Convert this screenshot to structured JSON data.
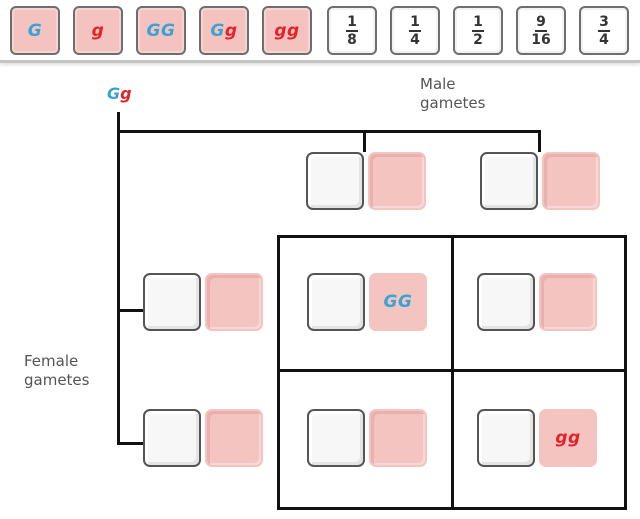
{
  "toolbar": {
    "allele_tiles": [
      {
        "parts": [
          {
            "text": "G",
            "color": "blue"
          }
        ]
      },
      {
        "parts": [
          {
            "text": "g",
            "color": "red"
          }
        ]
      },
      {
        "parts": [
          {
            "text": "GG",
            "color": "blue"
          }
        ]
      },
      {
        "parts": [
          {
            "text": "G",
            "color": "blue"
          },
          {
            "text": "g",
            "color": "red"
          }
        ]
      },
      {
        "parts": [
          {
            "text": "gg",
            "color": "red"
          }
        ]
      }
    ],
    "fraction_tiles": [
      {
        "num": "1",
        "den": "8"
      },
      {
        "num": "1",
        "den": "4"
      },
      {
        "num": "1",
        "den": "2"
      },
      {
        "num": "9",
        "den": "16"
      },
      {
        "num": "3",
        "den": "4"
      }
    ]
  },
  "parent": {
    "G": "G",
    "g": "g"
  },
  "labels": {
    "male_line1": "Male",
    "male_line2": "gametes",
    "female_line1": "Female",
    "female_line2": "gametes"
  },
  "punnett": {
    "cells": [
      {
        "genotype": "GG",
        "color": "blue"
      },
      {
        "genotype": "",
        "color": ""
      },
      {
        "genotype": "",
        "color": ""
      },
      {
        "genotype": "gg",
        "color": "red"
      }
    ]
  },
  "colors": {
    "dominant_allele": "#3aa3d6",
    "recessive_allele": "#e2232a",
    "tile_pink": "#f4c3c0"
  }
}
